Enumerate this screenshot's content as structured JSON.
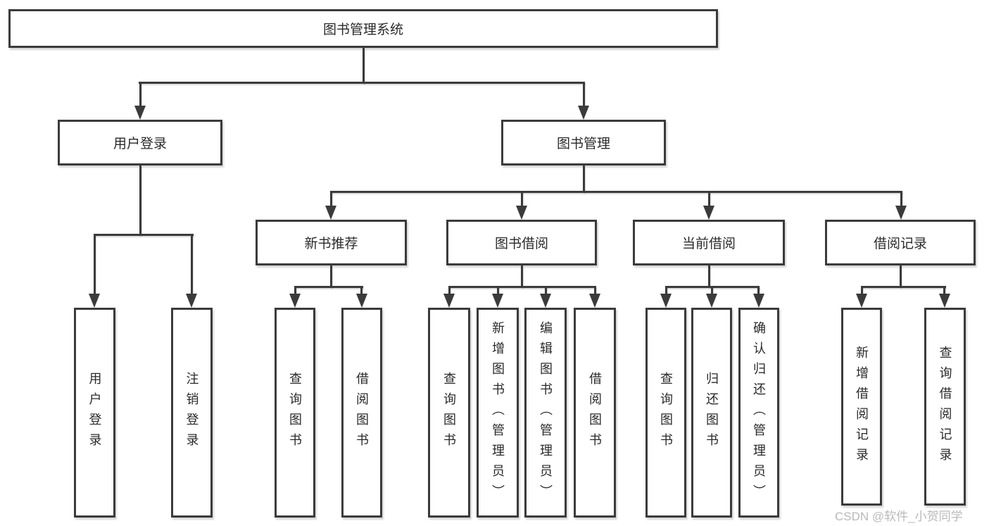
{
  "diagram": {
    "line_color": "#3b3b3b",
    "root": {
      "label": "图书管理系统"
    },
    "user_login": {
      "label": "用户登录",
      "children": [
        {
          "label": "用户登录"
        },
        {
          "label": "注销登录"
        }
      ]
    },
    "book_mgmt": {
      "label": "图书管理"
    },
    "new_books": {
      "label": "新书推荐",
      "children": [
        {
          "label": "查询图书"
        },
        {
          "label": "借阅图书"
        }
      ]
    },
    "book_borrow": {
      "label": "图书借阅",
      "children": [
        {
          "label": "查询图书"
        },
        {
          "label": "新增图书（管理员）"
        },
        {
          "label": "编辑图书（管理员）"
        },
        {
          "label": "借阅图书"
        }
      ]
    },
    "current_borrow": {
      "label": "当前借阅",
      "children": [
        {
          "label": "查询图书"
        },
        {
          "label": "归还图书"
        },
        {
          "label": "确认归还（管理员）"
        }
      ]
    },
    "borrow_records": {
      "label": "借阅记录",
      "children": [
        {
          "label": "新增借阅记录"
        },
        {
          "label": "查询借阅记录"
        }
      ]
    }
  },
  "watermark": {
    "text": "CSDN @软件_小贺同学",
    "color": "#b9b9b9"
  }
}
